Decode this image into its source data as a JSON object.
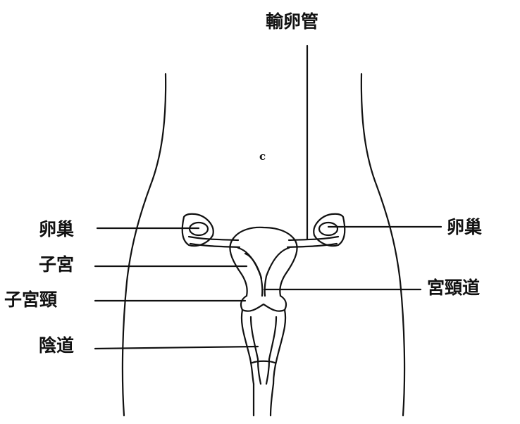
{
  "diagram": {
    "labels": {
      "fallopian_tube": "輸卵管",
      "ovary_left": "卵巢",
      "ovary_right": "卵巢",
      "uterus": "子宮",
      "cervix": "子宮頸",
      "cervical_canal": "宮頸道",
      "vagina": "陰道"
    },
    "marker": "c"
  }
}
